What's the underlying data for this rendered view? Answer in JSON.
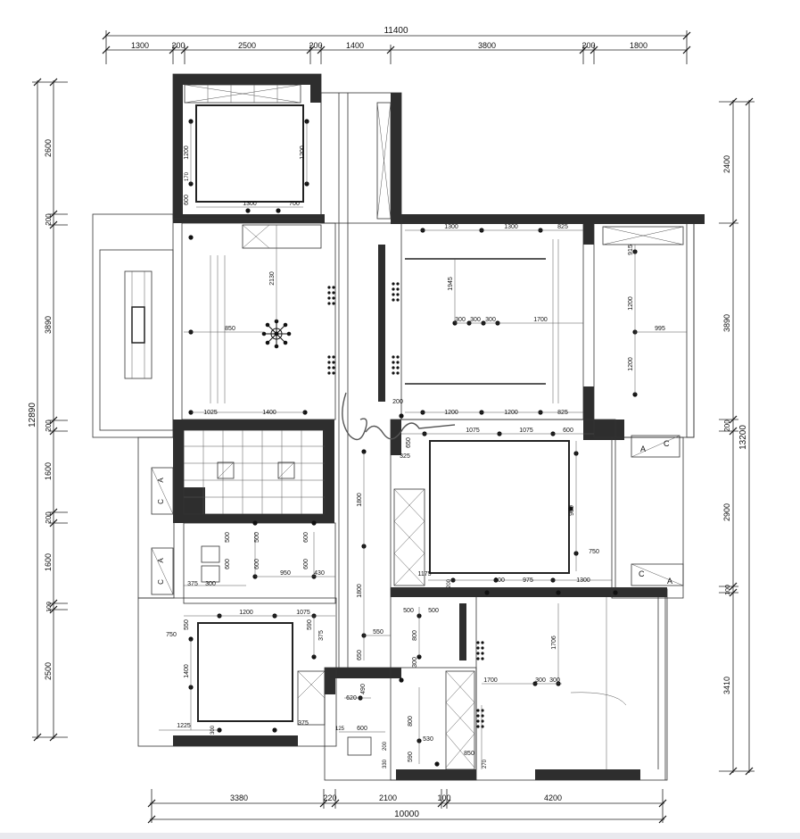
{
  "drawing": {
    "top_total": "11400",
    "top_segments": [
      "1300",
      "200",
      "2500",
      "200",
      "1400",
      "3800",
      "200",
      "1800"
    ],
    "bottom_segments": [
      "3380",
      "220",
      "2100",
      "100",
      "4200"
    ],
    "bottom_total": "10000",
    "left_total": "12890",
    "left_segments": [
      "2600",
      "200",
      "3890",
      "200",
      "1600",
      "200",
      "1600",
      "100",
      "2500"
    ],
    "right_total": "13200",
    "right_segments": [
      "2400",
      "3890",
      "200",
      "2900",
      "100",
      "3410"
    ],
    "interior_dims": {
      "bath_top": [
        "1200",
        "1200",
        "1300",
        "700",
        "600",
        "170"
      ],
      "bedroom_left": [
        "2130",
        "850",
        "1025",
        "1400"
      ],
      "living": [
        "1300",
        "1300",
        "825",
        "1945",
        "300",
        "300",
        "300",
        "1700",
        "200",
        "1200",
        "1200",
        "825"
      ],
      "right_room": [
        "915",
        "1200",
        "995",
        "1200"
      ],
      "dining": [
        "1075",
        "1075",
        "600",
        "650",
        "325",
        "900",
        "750",
        "1175",
        "200",
        "200",
        "975",
        "1300"
      ],
      "corridor": [
        "1800",
        "1800",
        "550",
        "650"
      ],
      "kitchen": [
        "500",
        "500",
        "600",
        "600",
        "600",
        "600",
        "375",
        "300",
        "950",
        "430"
      ],
      "bedroom_bottom": [
        "1200",
        "1075",
        "550",
        "750",
        "590",
        "375",
        "1400",
        "1225",
        "300",
        "375"
      ],
      "laundry": [
        "620",
        "490",
        "600",
        "800",
        "125",
        "200",
        "330",
        "530",
        "500",
        "590",
        "850",
        "270"
      ],
      "lounge": [
        "500",
        "800",
        "300",
        "1706",
        "1700",
        "300",
        "300"
      ]
    },
    "ac_units": [
      "A",
      "C",
      "A",
      "C",
      "A",
      "C",
      "C",
      "A"
    ]
  }
}
